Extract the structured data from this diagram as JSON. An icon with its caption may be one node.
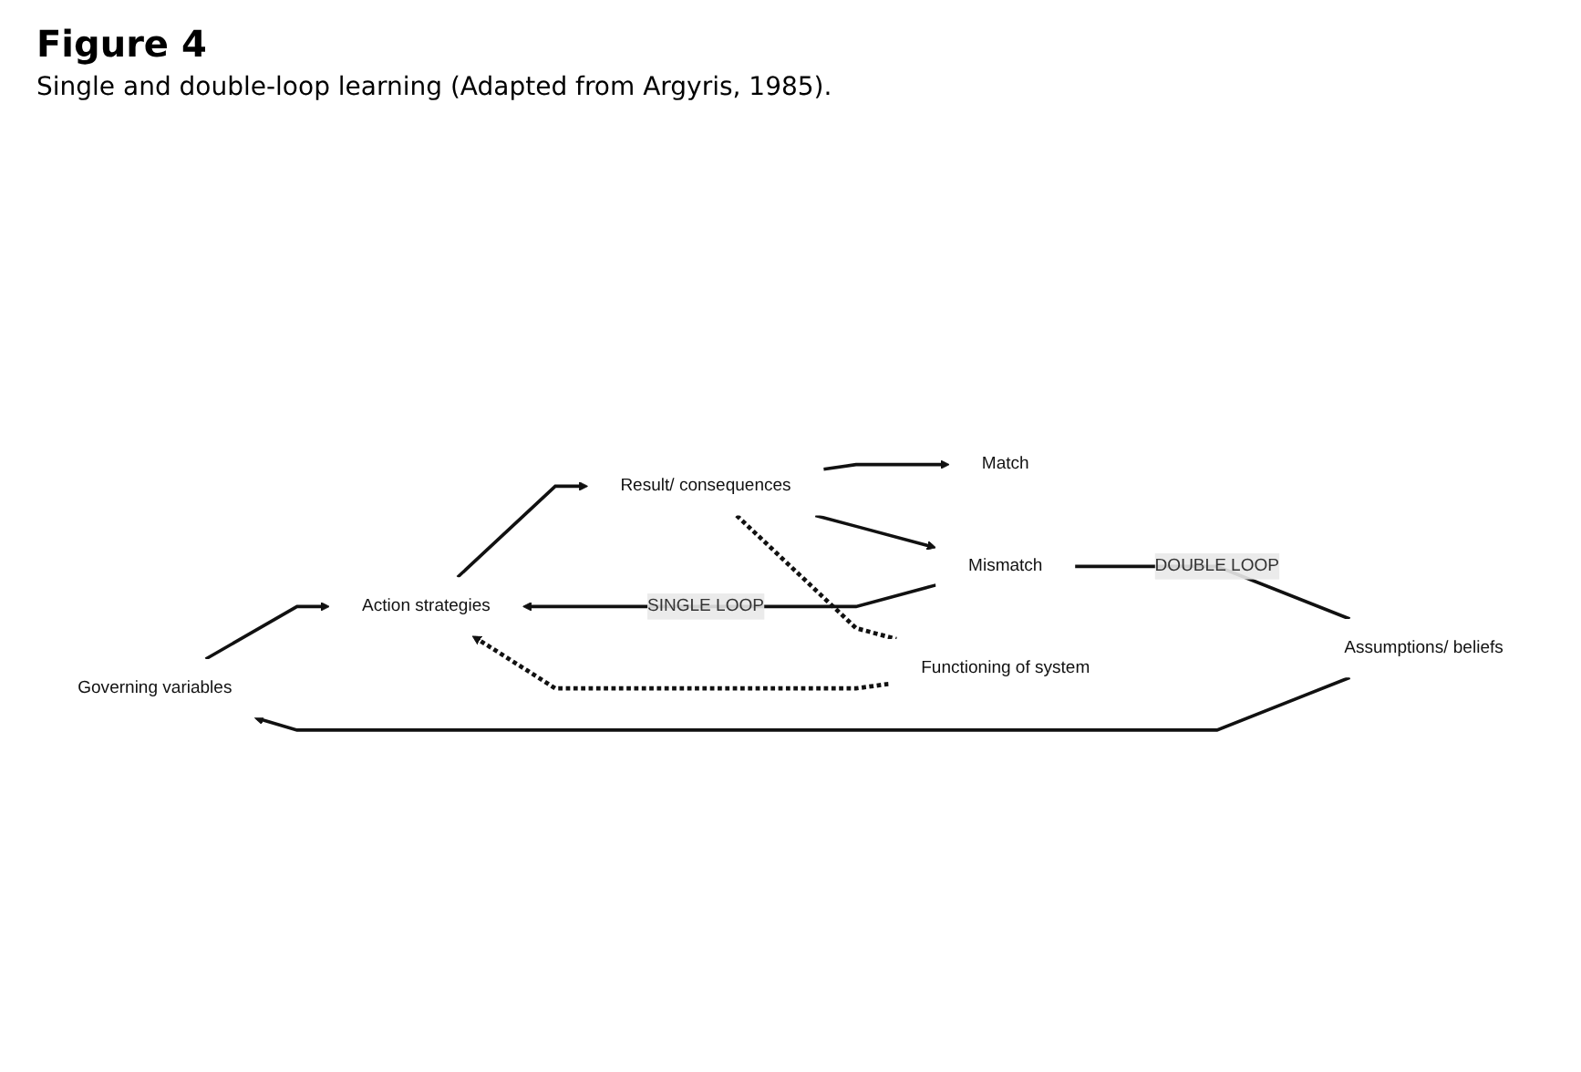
{
  "diagram": {
    "title": "Figure 4",
    "caption": "Single and double-loop learning (Adapted from Argyris, 1985).",
    "nodes": [
      {
        "text": [
          "Governing variables"
        ]
      },
      {
        "text": [
          "Action strategies"
        ]
      },
      {
        "text": [
          "Result/ consequences"
        ]
      },
      {
        "text": [
          "Match"
        ]
      },
      {
        "text": [
          "Mismatch"
        ]
      },
      {
        "text": [
          "Functioning of system"
        ]
      },
      {
        "text": [
          "Assumptions/ beliefs"
        ]
      }
    ],
    "edges": [
      {
        "from": 0,
        "to": 1,
        "arrow": "to"
      },
      {
        "from": 1,
        "to": 2,
        "arrow": "to"
      },
      {
        "from": 2,
        "to": 3,
        "arrow": "to"
      },
      {
        "from": 2,
        "to": 4,
        "arrow": "to"
      },
      {
        "from": 4,
        "to": 1,
        "arrow": "to",
        "label": "SINGLE LOOP"
      },
      {
        "from": 2,
        "to": 5,
        "arrow": "none",
        "style": "dashed"
      },
      {
        "from": 5,
        "to": 1,
        "arrow": "to",
        "style": "dashed"
      },
      {
        "from": 4,
        "to": 6,
        "arrow": "none",
        "label": "DOUBLE LOOP"
      },
      {
        "from": 6,
        "to": 0,
        "arrow": "to"
      }
    ]
  }
}
